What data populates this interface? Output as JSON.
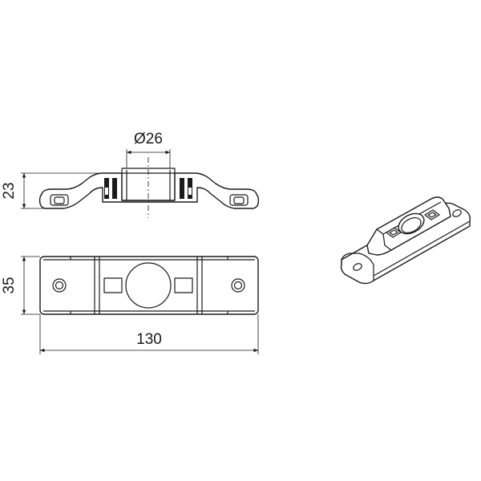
{
  "dimensions": {
    "diameter": "Ø26",
    "height_side": "23",
    "height_top": "35",
    "length": "130"
  },
  "colors": {
    "line": "#1a1a1a",
    "background": "#ffffff"
  }
}
